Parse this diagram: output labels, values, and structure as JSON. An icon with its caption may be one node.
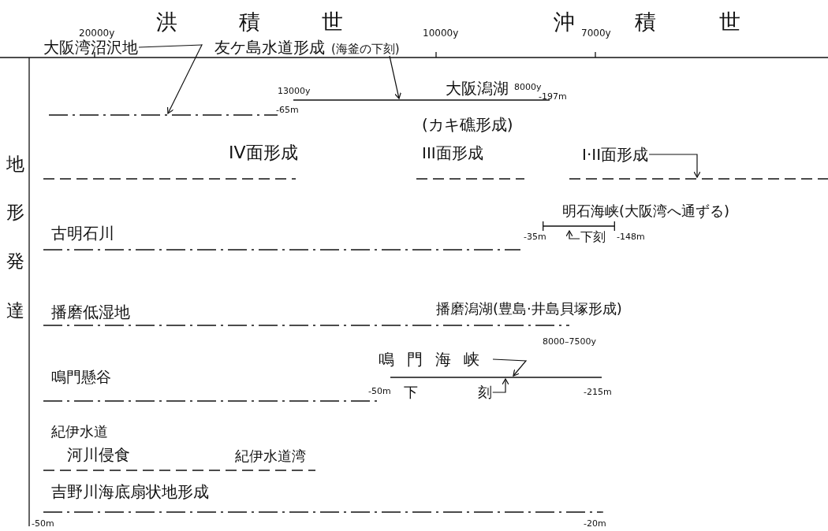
{
  "diagram": {
    "nodes": [
      {
        "text": [
          "大阪湾沼沢地"
        ]
      },
      {
        "text": [
          "友ケ島水道形成",
          "(海釜の下刻)"
        ]
      },
      {
        "text": [
          "I·II面形成"
        ]
      },
      {
        "text": [
          "下刻"
        ]
      },
      {
        "text": [
          "鳴門海峡"
        ]
      },
      {
        "text": [
          "下 刻"
        ]
      },
      {
        "text": [],
        "shape": "line"
      },
      {
        "text": [],
        "shape": "line"
      },
      {
        "text": [],
        "shape": "line"
      },
      {
        "text": [],
        "shape": "bar"
      },
      {
        "text": [],
        "shape": "line"
      }
    ],
    "edges": [
      {
        "from": 0,
        "to": 7,
        "arrow": "to"
      },
      {
        "from": 1,
        "to": 6,
        "arrow": "to"
      },
      {
        "from": 2,
        "to": 8,
        "arrow": "to"
      },
      {
        "from": 3,
        "to": 9,
        "arrow": "to"
      },
      {
        "from": 4,
        "to": 10,
        "arrow": "to"
      },
      {
        "from": 5,
        "to": 10,
        "arrow": "to"
      }
    ],
    "labels": [
      "20000y",
      "洪積世",
      "10000y",
      "沖",
      "7000y",
      "積世",
      "地形発達",
      "13000y",
      "大阪潟湖",
      "8000y",
      "-65m",
      "(カキ礁形成)",
      "-197m",
      "IV面形成",
      "III面形成",
      "明石海峡(大阪湾へ通ずる)",
      "古明石川",
      "-35m",
      "-148m",
      "播磨低湿地",
      "播磨潟湖(豊島·井島貝塚形成)",
      "8000–7500y",
      "鳴門懸谷",
      "-50m",
      "-215m",
      "紀伊水道",
      "河川侵食",
      "紀伊水道湾",
      "吉野川海底扇状地形成",
      "-50m",
      "-20m"
    ]
  }
}
